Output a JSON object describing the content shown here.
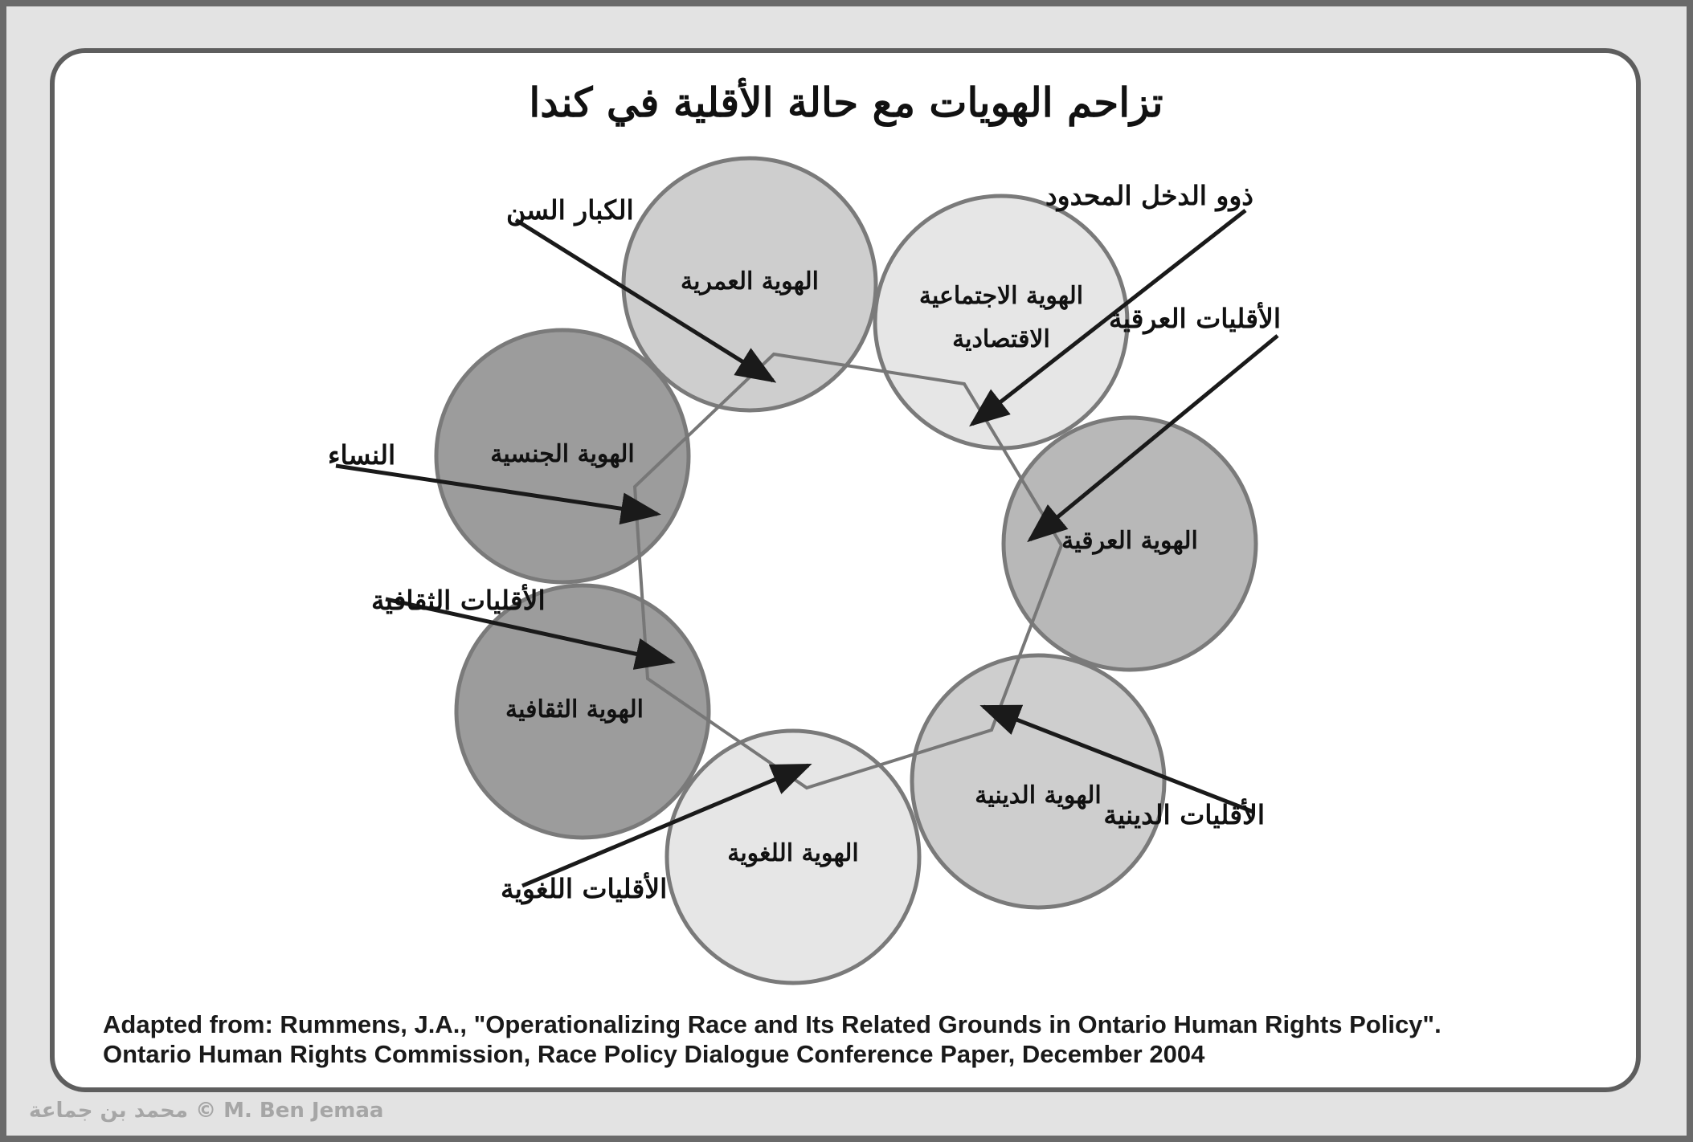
{
  "title": "تزاحم الهويات مع حالة الأقلية في كندا",
  "colors": {
    "background": "#e3e3e3",
    "panel": "#ffffff",
    "frame": "#6a6a6a",
    "circle_stroke": "#7a7a7a",
    "connector": "#777777",
    "arrow": "#1a1a1a"
  },
  "identities": [
    {
      "id": "age",
      "line1": "الهوية العمرية",
      "line2": "",
      "fill": "#cecece"
    },
    {
      "id": "socioeconomic",
      "line1": "الهوية الاجتماعية",
      "line2": "الاقتصادية",
      "fill": "#e6e6e6"
    },
    {
      "id": "ethnic",
      "line1": "الهوية العرقية",
      "line2": "",
      "fill": "#b8b8b8"
    },
    {
      "id": "religious",
      "line1": "الهوية الدينية",
      "line2": "",
      "fill": "#cecece"
    },
    {
      "id": "linguistic",
      "line1": "الهوية اللغوية",
      "line2": "",
      "fill": "#e6e6e6"
    },
    {
      "id": "cultural",
      "line1": "الهوية الثقافية",
      "line2": "",
      "fill": "#9c9c9c"
    },
    {
      "id": "gender",
      "line1": "الهوية الجنسية",
      "line2": "",
      "fill": "#9c9c9c"
    }
  ],
  "groups": [
    {
      "id": "elderly",
      "label": "الكبار السن"
    },
    {
      "id": "low_income",
      "label": "ذوو الدخل المحدود"
    },
    {
      "id": "ethnic_minorities",
      "label": "الأقليات العرقية"
    },
    {
      "id": "religious_minorities",
      "label": "الأقليات الدينية"
    },
    {
      "id": "linguistic_minorities",
      "label": "الأقليات اللغوية"
    },
    {
      "id": "cultural_minorities",
      "label": "الأقليات الثقافية"
    },
    {
      "id": "women",
      "label": "النساء"
    }
  ],
  "source": {
    "line1": "Adapted from: Rummens, J.A., \"Operationalizing Race and Its Related Grounds in Ontario Human Rights Policy\".",
    "line2": "Ontario Human Rights Commission, Race Policy Dialogue Conference Paper, December 2004"
  },
  "credit": "محمد بن جماعة © M. Ben Jemaa"
}
